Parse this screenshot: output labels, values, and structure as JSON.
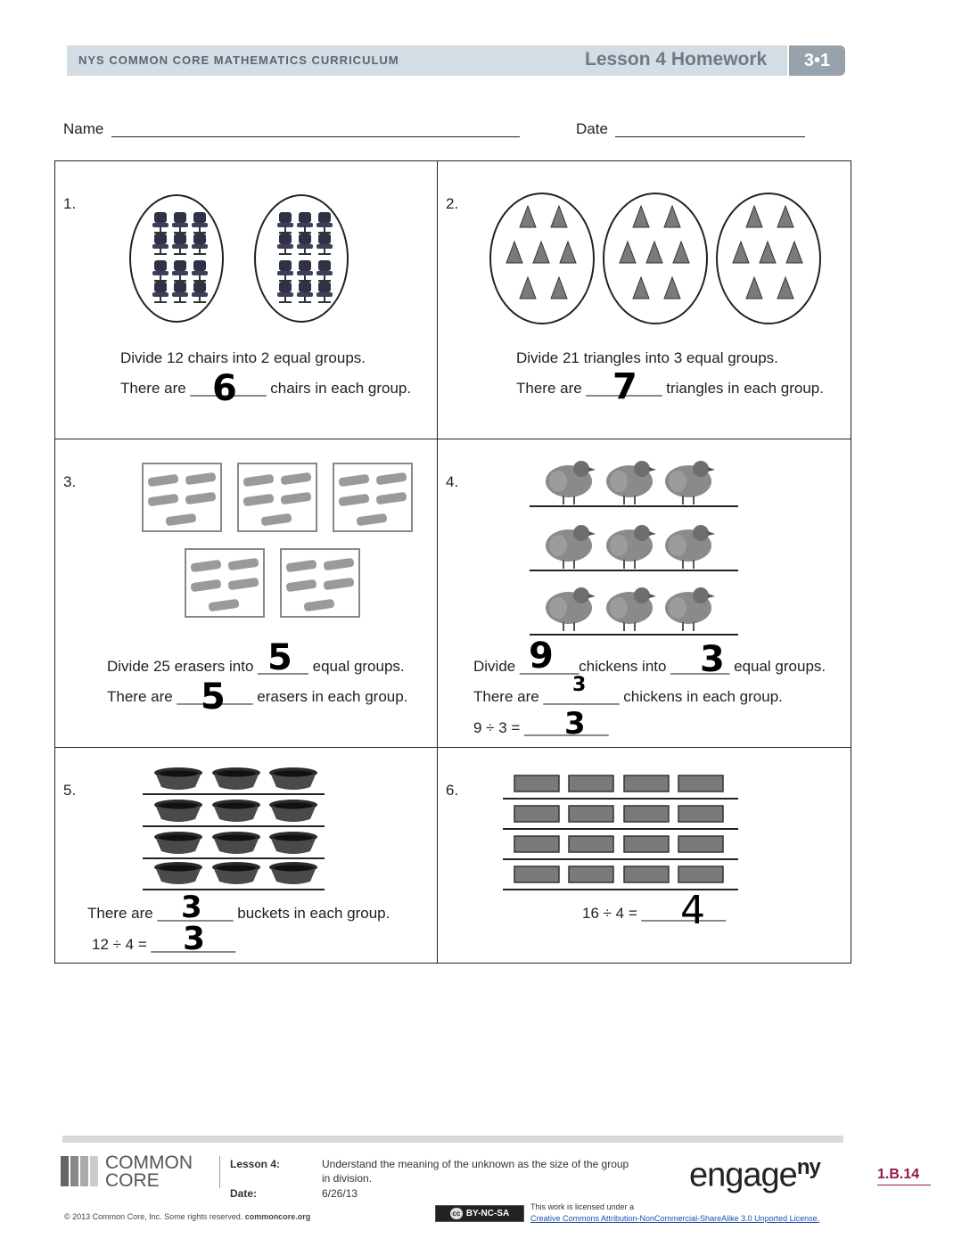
{
  "header": {
    "curriculum": "NYS COMMON CORE MATHEMATICS CURRICULUM",
    "lesson": "Lesson 4 Homework",
    "grade_module": "3•1"
  },
  "name_line": {
    "name_label": "Name",
    "date_label": "Date"
  },
  "problems": [
    {
      "number": "1.",
      "line1": "Divide 12 chairs into 2 equal groups.",
      "line2_pre": "There are",
      "blank": "_________",
      "line2_post": "chairs in each group.",
      "answer": "6"
    },
    {
      "number": "2.",
      "line1": "Divide 21 triangles into 3 equal groups.",
      "line2_pre": "There are",
      "blank": "_________",
      "line2_post": "triangles in each group.",
      "answer": "7"
    },
    {
      "number": "3.",
      "line1_pre": "Divide 25 erasers into",
      "blank1": "______",
      "line1_post": "equal groups.",
      "answer1": "5",
      "line2_pre": "There are",
      "blank2": "_________",
      "line2_post": "erasers in each group.",
      "answer2": "5"
    },
    {
      "number": "4.",
      "line1_a": "Divide",
      "blank_a": "_______",
      "line1_b": "chickens into",
      "blank_b": "_______",
      "line1_c": "equal groups.",
      "answer_a": "9",
      "answer_b": "3",
      "line2_pre": "There are",
      "blank2": "_________",
      "line2_post": "chickens in each group.",
      "answer2": "3",
      "eq": "9  ÷  3  =",
      "blank3": "__________",
      "answer3": "3"
    },
    {
      "number": "5.",
      "line1_pre": "There are",
      "blank1": "_________",
      "line1_post": "buckets in each group.",
      "answer1": "3",
      "eq": "12  ÷  4  =",
      "blank2": "__________",
      "answer2": "3"
    },
    {
      "number": "6.",
      "eq": "16  ÷  4  =",
      "blank": "__________",
      "answer": "4"
    }
  ],
  "footer": {
    "logo_line1": "COMMON",
    "logo_line2": "CORE",
    "lesson_label": "Lesson 4:",
    "lesson_desc1": "Understand the meaning of the unknown as the size of the group",
    "lesson_desc2": "in division.",
    "date_label": "Date:",
    "date_value": "6/26/13",
    "copyright": "© 2013 Common Core, Inc. Some rights reserved.",
    "copyright_site": "commoncore.org",
    "cc_badge": "BY-NC-SA",
    "license_line1": "This work is licensed under a",
    "license_line2": "Creative Commons Attribution-NonCommercial-ShareAlike 3.0 Unported License.",
    "engage": "engage",
    "engage_ny": "ny",
    "page_code": "1.B.14"
  },
  "colors": {
    "header_band": "#d4dce4",
    "header_box": "#98a2ad",
    "page_code": "#8b1a4a",
    "link": "#1a4fb0"
  }
}
